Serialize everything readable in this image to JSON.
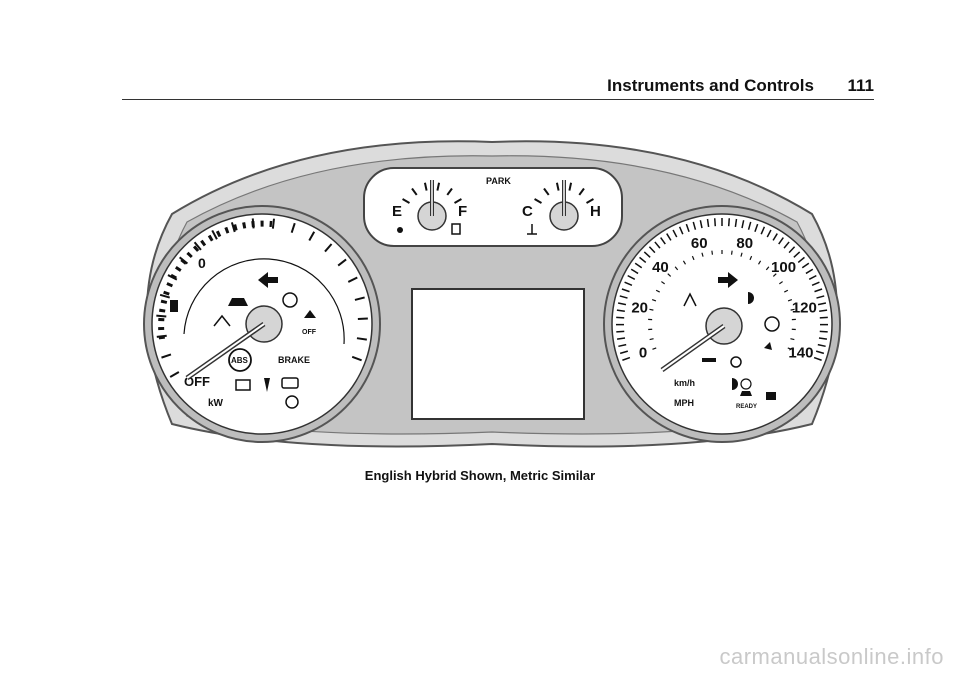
{
  "header": {
    "title": "Instruments and Controls",
    "page_number": "111"
  },
  "gauges": {
    "power_meter": {
      "zero_label": "0",
      "off_label": "OFF",
      "unit_label": "kW"
    },
    "fuel": {
      "empty_label": "E",
      "full_label": "F"
    },
    "park_label": "PARK",
    "temperature": {
      "cold_label": "C",
      "hot_label": "H"
    },
    "speedometer": {
      "ticks": [
        "0",
        "20",
        "40",
        "60",
        "80",
        "100",
        "120",
        "140"
      ],
      "unit_kmh": "km/h",
      "unit_mph": "MPH",
      "ready_label": "READY"
    },
    "indicators": {
      "abs_label": "ABS",
      "brake_label": "BRAKE",
      "off_label": "OFF"
    }
  },
  "caption": "English Hybrid Shown, Metric Similar",
  "watermark": "carmanualsonline.info"
}
